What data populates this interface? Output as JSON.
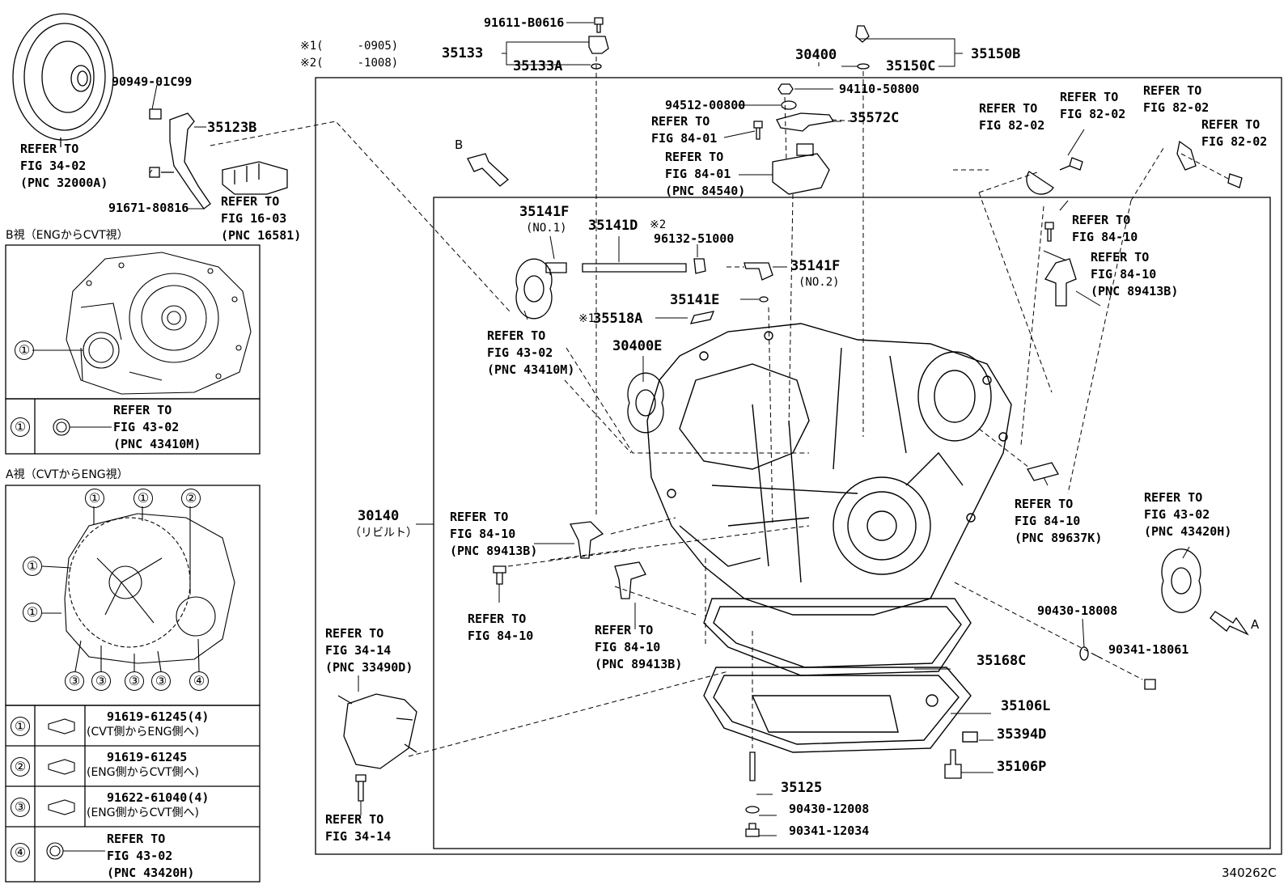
{
  "figure_id": "340262C",
  "notes": {
    "n1_mark": "※1",
    "n1_range": "(　　　-0905)",
    "n2_mark": "※2",
    "n2_range": "(　　　-1008)"
  },
  "views": {
    "b_view_title": "B視（ENGからCVT視）",
    "a_view_title": "A視（CVTからENG視）",
    "b_arrow": "B",
    "a_arrow": "A"
  },
  "callouts": {
    "c1": "①",
    "c2": "②",
    "c3": "③",
    "c4": "④"
  },
  "b_table": {
    "row1_num": "①",
    "row1_ref": "REFER TO\nFIG 43-02\n(PNC 43410M)"
  },
  "a_table": {
    "row1_num": "①",
    "row1_part": "91619-61245(4)",
    "row1_desc": "(CVT側からENG側へ)",
    "row2_num": "②",
    "row2_part": "91619-61245",
    "row2_desc": "(ENG側からCVT側へ)",
    "row3_num": "③",
    "row3_part": "91622-61040(4)",
    "row3_desc": "(ENG側からCVT側へ)",
    "row4_num": "④",
    "row4_ref": "REFER TO\nFIG 43-02\n(PNC 43420H)"
  },
  "parts": {
    "p91611": "91611-B0616",
    "p35133": "35133",
    "p35133A": "35133A",
    "p30400": "30400",
    "p35150C": "35150C",
    "p35150B": "35150B",
    "p94110": "94110-50800",
    "p94512": "94512-00800",
    "p35572C": "35572C",
    "p90949": "90949-01C99",
    "p35123B": "35123B",
    "p91671": "91671-80816",
    "p35141F_1": "35141F",
    "p35141F_1_sub": "(NO.1)",
    "p35141D": "35141D",
    "p35141D_note": "※2",
    "p96132": "96132-51000",
    "p35141F_2": "35141F",
    "p35141F_2_sub": "(NO.2)",
    "p35141E": "35141E",
    "p35518A": "35518A",
    "p35518A_note": "※1",
    "p30400E": "30400E",
    "p30140": "30140",
    "p30140_sub": "（リビルト）",
    "p90430_18008": "90430-18008",
    "p90341_18061": "90341-18061",
    "p35168C": "35168C",
    "p35106L": "35106L",
    "p35394D": "35394D",
    "p35106P": "35106P",
    "p35125": "35125",
    "p90430_12008": "90430-12008",
    "p90341_12034": "90341-12034"
  },
  "refs": {
    "r_converter": "REFER TO\nFIG 34-02\n(PNC 32000A)",
    "r_bracket": "REFER TO\nFIG 16-03\n(PNC 16581)",
    "r_84_01a": "REFER TO\nFIG 84-01",
    "r_84_01b": "REFER TO\nFIG 84-01\n(PNC 84540)",
    "r_82_02a": "REFER TO\nFIG 82-02",
    "r_82_02b": "REFER TO\nFIG 82-02",
    "r_82_02c": "REFER TO\nFIG 82-02",
    "r_82_02d": "REFER TO\nFIG 82-02",
    "r_84_10a": "REFER TO\nFIG 84-10",
    "r_84_10b": "REFER TO\nFIG 84-10\n(PNC 89413B)",
    "r_43_02m": "REFER TO\nFIG 43-02\n(PNC 43410M)",
    "r_84_10c": "REFER TO\nFIG 84-10\n(PNC 89413B)",
    "r_84_10d": "REFER TO\nFIG 84-10",
    "r_84_10e": "REFER TO\nFIG 84-10\n(PNC 89413B)",
    "r_84_10f": "REFER TO\nFIG 84-10\n(PNC 89637K)",
    "r_43_02h": "REFER TO\nFIG 43-02\n(PNC 43420H)",
    "r_34_14a": "REFER TO\nFIG 34-14\n(PNC 33490D)",
    "r_34_14b": "REFER TO\nFIG 34-14"
  }
}
